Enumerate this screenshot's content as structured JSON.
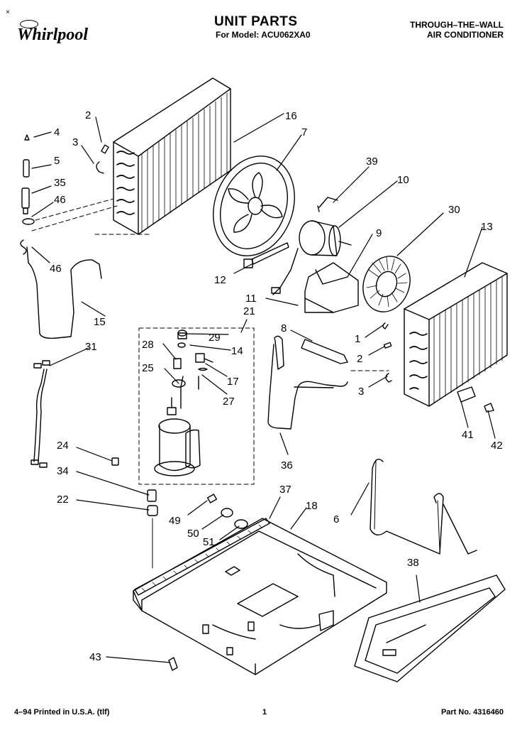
{
  "header": {
    "corner_mark": "×",
    "brand": "Whirlpool",
    "title": "UNIT PARTS",
    "model_line": "For Model: ACU062XA0",
    "product_line1": "THROUGH–THE–WALL",
    "product_line2": "AIR CONDITIONER"
  },
  "callouts": [
    {
      "id": "c2a",
      "text": "2"
    },
    {
      "id": "c4",
      "text": "4"
    },
    {
      "id": "c3a",
      "text": "3"
    },
    {
      "id": "c5",
      "text": "5"
    },
    {
      "id": "c35",
      "text": "35"
    },
    {
      "id": "c46a",
      "text": "46"
    },
    {
      "id": "c46b",
      "text": "46"
    },
    {
      "id": "c16",
      "text": "16"
    },
    {
      "id": "c7",
      "text": "7"
    },
    {
      "id": "c39",
      "text": "39"
    },
    {
      "id": "c10",
      "text": "10"
    },
    {
      "id": "c30",
      "text": "30"
    },
    {
      "id": "c13",
      "text": "13"
    },
    {
      "id": "c9",
      "text": "9"
    },
    {
      "id": "c12",
      "text": "12"
    },
    {
      "id": "c15",
      "text": "15"
    },
    {
      "id": "c11",
      "text": "11"
    },
    {
      "id": "c21",
      "text": "21"
    },
    {
      "id": "c29",
      "text": "29"
    },
    {
      "id": "c14",
      "text": "14"
    },
    {
      "id": "c28",
      "text": "28"
    },
    {
      "id": "c31",
      "text": "31"
    },
    {
      "id": "c25",
      "text": "25"
    },
    {
      "id": "c17",
      "text": "17"
    },
    {
      "id": "c27",
      "text": "27"
    },
    {
      "id": "c8",
      "text": "8"
    },
    {
      "id": "c1",
      "text": "1"
    },
    {
      "id": "c2b",
      "text": "2"
    },
    {
      "id": "c3b",
      "text": "3"
    },
    {
      "id": "c41",
      "text": "41"
    },
    {
      "id": "c42",
      "text": "42"
    },
    {
      "id": "c24",
      "text": "24"
    },
    {
      "id": "c36",
      "text": "36"
    },
    {
      "id": "c34",
      "text": "34"
    },
    {
      "id": "c22",
      "text": "22"
    },
    {
      "id": "c37",
      "text": "37"
    },
    {
      "id": "c18",
      "text": "18"
    },
    {
      "id": "c6",
      "text": "6"
    },
    {
      "id": "c49",
      "text": "49"
    },
    {
      "id": "c50",
      "text": "50"
    },
    {
      "id": "c51",
      "text": "51"
    },
    {
      "id": "c38",
      "text": "38"
    },
    {
      "id": "c43",
      "text": "43"
    }
  ],
  "footer": {
    "printed": "4–94 Printed in U.S.A. (tlf)",
    "page_number": "1",
    "part_number": "Part No. 4316460"
  }
}
